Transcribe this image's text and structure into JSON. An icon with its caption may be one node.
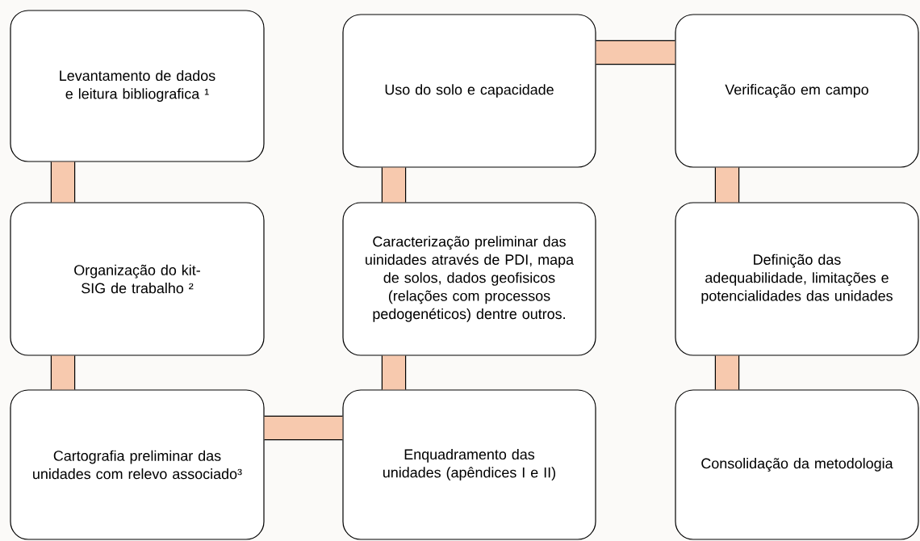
{
  "diagram": {
    "nodes": [
      {
        "text": [
          "Levantamento de dados e leitura bibliografica ¹"
        ]
      },
      {
        "text": [
          "Uso do solo e capacidade"
        ]
      },
      {
        "text": [
          "Verificação em campo"
        ]
      },
      {
        "text": [
          "Organização do kit-SIG de trabalho ²"
        ]
      },
      {
        "text": [
          "Caracterização preliminar das uinidades através de PDI, mapa de solos, dados geofisicos (relações com processos pedogenéticos) dentre outros."
        ]
      },
      {
        "text": [
          "Definição das adequabilidade, limitações e potencialidades das unidades"
        ]
      },
      {
        "text": [
          "Cartografia preliminar das unidades com relevo associado³"
        ]
      },
      {
        "text": [
          "Enquadramento das unidades (apêndices I e II)"
        ]
      },
      {
        "text": [
          "Consolidação da metodologia"
        ]
      }
    ],
    "edges": [
      {
        "from": 0,
        "to": 3,
        "arrow": "none"
      },
      {
        "from": 3,
        "to": 6,
        "arrow": "none"
      },
      {
        "from": 6,
        "to": 7,
        "arrow": "none"
      },
      {
        "from": 7,
        "to": 4,
        "arrow": "none"
      },
      {
        "from": 4,
        "to": 1,
        "arrow": "none"
      },
      {
        "from": 1,
        "to": 2,
        "arrow": "none"
      },
      {
        "from": 2,
        "to": 5,
        "arrow": "none"
      },
      {
        "from": 5,
        "to": 8,
        "arrow": "none"
      }
    ]
  }
}
